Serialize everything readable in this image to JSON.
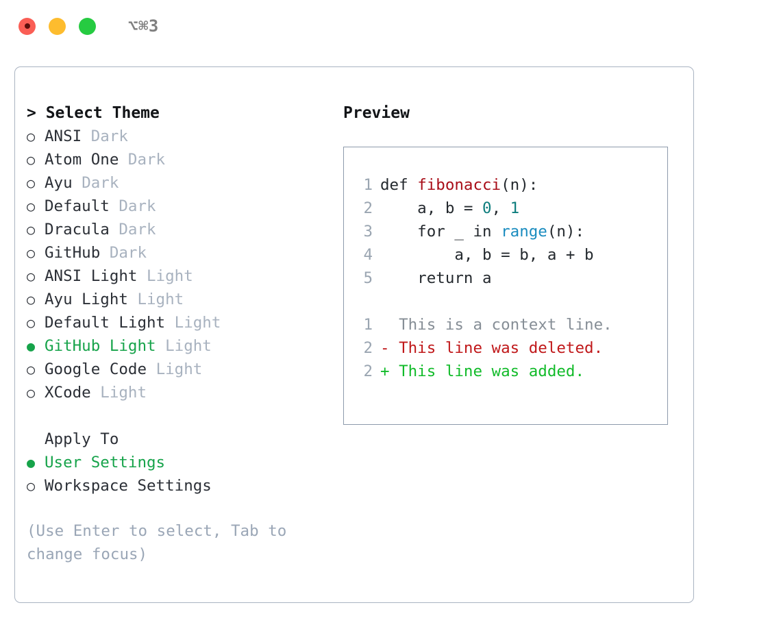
{
  "titlebar": {
    "shortcut": "⌥⌘3",
    "lights": [
      {
        "name": "close",
        "color": "#fa5e55"
      },
      {
        "name": "minimize",
        "color": "#fdbc2e"
      },
      {
        "name": "maximize",
        "color": "#26cb41"
      }
    ]
  },
  "theme_picker": {
    "heading": "> Select Theme",
    "items": [
      {
        "bullet": "○",
        "name": "ANSI",
        "suffix": "Dark",
        "selected": false
      },
      {
        "bullet": "○",
        "name": "Atom One",
        "suffix": "Dark",
        "selected": false
      },
      {
        "bullet": "○",
        "name": "Ayu",
        "suffix": "Dark",
        "selected": false
      },
      {
        "bullet": "○",
        "name": "Default",
        "suffix": "Dark",
        "selected": false
      },
      {
        "bullet": "○",
        "name": "Dracula",
        "suffix": "Dark",
        "selected": false
      },
      {
        "bullet": "○",
        "name": "GitHub",
        "suffix": "Dark",
        "selected": false
      },
      {
        "bullet": "○",
        "name": "ANSI Light",
        "suffix": "Light",
        "selected": false
      },
      {
        "bullet": "○",
        "name": "Ayu Light",
        "suffix": "Light",
        "selected": false
      },
      {
        "bullet": "○",
        "name": "Default Light",
        "suffix": "Light",
        "selected": false
      },
      {
        "bullet": "●",
        "name": "GitHub Light",
        "suffix": "Light",
        "selected": true
      },
      {
        "bullet": "○",
        "name": "Google Code",
        "suffix": "Light",
        "selected": false
      },
      {
        "bullet": "○",
        "name": "XCode",
        "suffix": "Light",
        "selected": false
      }
    ]
  },
  "apply_to": {
    "heading": "Apply To",
    "items": [
      {
        "bullet": "●",
        "name": "User Settings",
        "selected": true
      },
      {
        "bullet": "○",
        "name": "Workspace Settings",
        "selected": false
      }
    ]
  },
  "hint": "(Use Enter to select, Tab to change focus)",
  "preview": {
    "title": "Preview",
    "code_lines": [
      {
        "no": "1",
        "tokens": [
          {
            "t": "def ",
            "k": "kw"
          },
          {
            "t": "fibonacci",
            "k": "fn"
          },
          {
            "t": "(n):",
            "k": "plain"
          }
        ]
      },
      {
        "no": "2",
        "tokens": [
          {
            "t": "    a, b = ",
            "k": "plain"
          },
          {
            "t": "0",
            "k": "num"
          },
          {
            "t": ", ",
            "k": "plain"
          },
          {
            "t": "1",
            "k": "num"
          }
        ]
      },
      {
        "no": "3",
        "tokens": [
          {
            "t": "    for _ in ",
            "k": "kw"
          },
          {
            "t": "range",
            "k": "call"
          },
          {
            "t": "(n):",
            "k": "plain"
          }
        ]
      },
      {
        "no": "4",
        "tokens": [
          {
            "t": "        a, b = b, a + b",
            "k": "plain"
          }
        ]
      },
      {
        "no": "5",
        "tokens": [
          {
            "t": "    return a",
            "k": "kw"
          }
        ]
      }
    ],
    "diff_lines": [
      {
        "no": "1",
        "marker": "  ",
        "text": "This is a context line.",
        "kind": "context"
      },
      {
        "no": "2",
        "marker": "- ",
        "text": "This line was deleted.",
        "kind": "del"
      },
      {
        "no": "2",
        "marker": "+ ",
        "text": "This line was added.",
        "kind": "add"
      }
    ]
  },
  "colors": {
    "selected_green": "#16a34a",
    "muted": "#a8b2bf",
    "hint": "#9aa6b6",
    "text": "#2b2f36",
    "panel_border": "#a9b3c1",
    "preview_border": "#8d9aab",
    "code_function": "#a80d18",
    "code_number": "#0d7d7d",
    "code_call": "#1a8cbf",
    "diff_add": "#12bb2a",
    "diff_del": "#c0181a",
    "lineno": "#9aa5b1"
  }
}
